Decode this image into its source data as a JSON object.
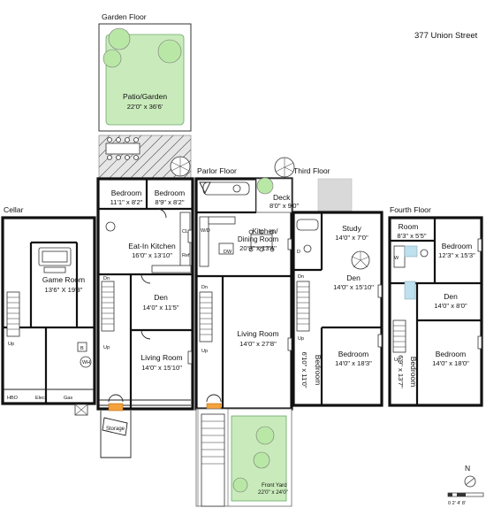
{
  "address": "377 Union Street",
  "floors": {
    "garden": "Garden Floor",
    "cellar": "Cellar",
    "parlor": "Parlor Floor",
    "third": "Third Floor",
    "fourth": "Fourth Floor"
  },
  "rooms": {
    "patio": {
      "name": "Patio/Garden",
      "dims": "22'0\" x 36'6'"
    },
    "bedroom_g1": {
      "name": "Bedroom",
      "dims": "11'1\" x 8'2\""
    },
    "bedroom_g2": {
      "name": "Bedroom",
      "dims": "8'9\" x 8'2\""
    },
    "kitchen_g": {
      "name": "Eat-In Kitchen",
      "dims": "16'0\" x 13'10\""
    },
    "den_g": {
      "name": "Den",
      "dims": "14'0\" x 11'5\""
    },
    "living_g": {
      "name": "Living Room",
      "dims": "14'0\" x 15'10\""
    },
    "storage": {
      "name": "Storage"
    },
    "game": {
      "name": "Game Room",
      "dims": "13'6\" X 19'3\""
    },
    "deck": {
      "name": "Deck",
      "dims": "8'0\" x 9'0\""
    },
    "kitchen_p": {
      "name": "Kitchen/",
      "line2": "Dining Room",
      "dims": "20'9\" x 13'4\""
    },
    "living_p": {
      "name": "Living Room",
      "dims": "14'0\" x 27'8\""
    },
    "front_yard": {
      "name": "Front Yard",
      "dims": "22'0\" x 24'0\""
    },
    "study": {
      "name": "Study",
      "dims": "14'0\" x 7'0\""
    },
    "den_3": {
      "name": "Den",
      "dims": "14'0\" x 15'10\""
    },
    "bedroom_3a": {
      "name": "Bedroom",
      "dims": "14'0\" x 18'3\""
    },
    "bedroom_3b": {
      "name": "Bedroom",
      "dims": "6'10\" x 11'0\""
    },
    "room_4": {
      "name": "Room",
      "dims": "8'3\" x 5'5\""
    },
    "bedroom_4a": {
      "name": "Bedroom",
      "dims": "12'3\" x 15'3\""
    },
    "den_4": {
      "name": "Den",
      "dims": "14'0\" x 8'0\""
    },
    "bedroom_4b": {
      "name": "Bedroom",
      "dims": "14'0\" x 18'0\""
    },
    "bedroom_4c": {
      "name": "Bedroom",
      "dims": "6'9\" x 13'7\""
    }
  },
  "utilities": {
    "hbo": "HBO",
    "elec": "Elec",
    "gas": "Gas"
  },
  "markers": {
    "up": "Up",
    "dn": "Dn",
    "dw": "DW",
    "wd": "W/D",
    "cl": "CL",
    "ref": "Ref",
    "b": "B",
    "wh": "WH",
    "w": "W",
    "d": "D"
  },
  "compass": {
    "north": "N",
    "scale": "0 2' 4'    8'"
  },
  "colors": {
    "walls": "#111111",
    "garden": "#c9ebbb",
    "trees": "#b9e8a6",
    "deck": "#d9d9d9",
    "doors": "#f4a23c"
  }
}
